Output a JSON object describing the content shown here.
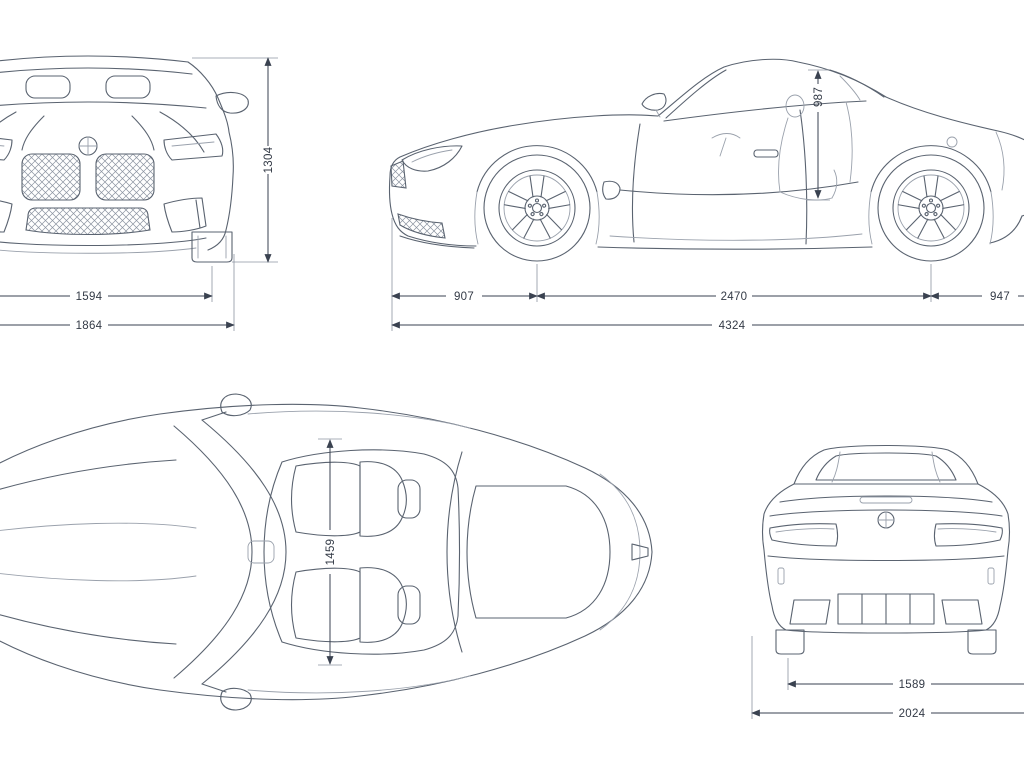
{
  "colors": {
    "background": "#ffffff",
    "car_line": "#5a6370",
    "dimension_line": "#3a4250",
    "dimension_text": "#333a46",
    "extension_line": "#8d95a1"
  },
  "views": {
    "front": {
      "dims": {
        "overall_height": "1304",
        "track": "1594",
        "overall_width": "1864"
      }
    },
    "side": {
      "dims": {
        "front_overhang": "907",
        "wheelbase": "2470",
        "rear_overhang": "947",
        "overall_length": "4324",
        "cabin_height": "987"
      }
    },
    "top": {
      "dims": {
        "cabin_width": "1459"
      }
    },
    "rear": {
      "dims": {
        "track": "1589",
        "overall_width_mirrors": "2024"
      }
    }
  }
}
